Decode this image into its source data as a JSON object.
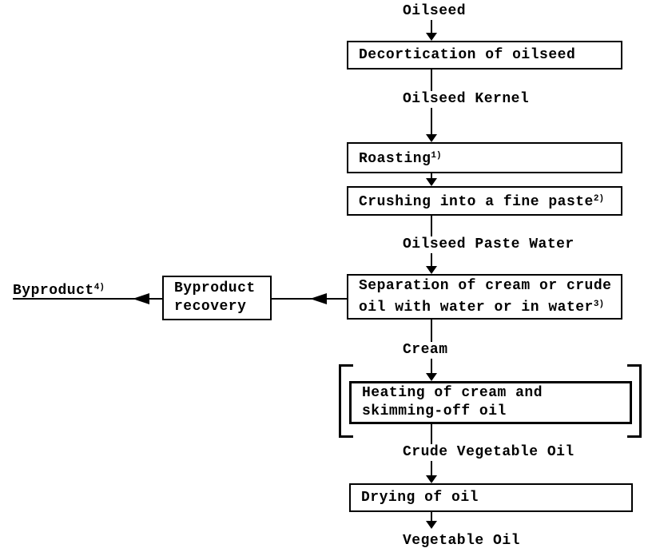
{
  "flowchart": {
    "colors": {
      "ink": "#000000",
      "background": "#ffffff"
    },
    "labels": {
      "oilseed": "Oilseed",
      "oilseed_kernel": "Oilseed Kernel",
      "oilseed_paste_water": "Oilseed Paste Water",
      "cream": "Cream",
      "crude_vegetable_oil": "Crude Vegetable Oil",
      "vegetable_oil": "Vegetable Oil",
      "byproduct": {
        "text": "Byproduct",
        "sup": "4)"
      }
    },
    "boxes": {
      "decortication": {
        "line1": "Decortication of oilseed"
      },
      "roasting": {
        "line1": "Roasting",
        "sup": "1)"
      },
      "crushing": {
        "line1": "Crushing into a fine paste",
        "sup": "2)"
      },
      "separation": {
        "line1": "Separation of cream or crude",
        "line2": "oil with water or in water",
        "sup": "3)"
      },
      "byproduct_recovery": {
        "line1": "Byproduct",
        "line2": "recovery"
      },
      "heating": {
        "line1": "Heating of cream and",
        "line2": "skimming-off oil"
      },
      "drying": {
        "line1": "Drying of oil"
      }
    }
  }
}
